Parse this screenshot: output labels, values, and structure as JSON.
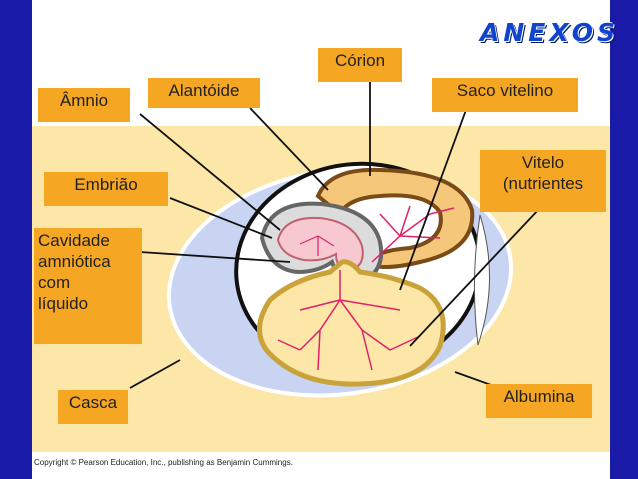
{
  "title": "ANEXOS",
  "labels": {
    "corio": "Córion",
    "alantoide": "Alantóide",
    "saco_vitelino": "Saco vitelino",
    "amnio": "Âmnio",
    "embriao": "Embrião",
    "vitelo": "Vitelo",
    "vitelo_sub": "(nutrientes",
    "cavidade_1": "Cavidade",
    "cavidade_2": "amniótica",
    "cavidade_3": "com",
    "cavidade_4": "líquido",
    "casca": "Casca",
    "albumina": "Albumina"
  },
  "copyright": "Copyright © Pearson Education, Inc., publishing as Benjamin Cummings.",
  "colors": {
    "background_outer": "#1a1aa8",
    "panel": "#fce7a8",
    "egg_shell": "#c9d3f2",
    "label_box": "#f5a623",
    "title_text": "#1144cc",
    "vessels": "#e0206a"
  }
}
